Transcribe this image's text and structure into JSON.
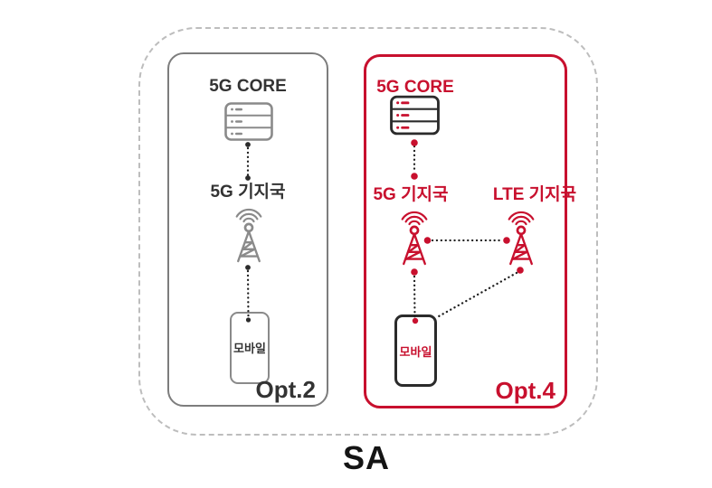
{
  "diagram": {
    "group_label": "SA",
    "options": [
      {
        "badge": "Opt.2",
        "core_label": "5G CORE",
        "base_station_label": "5G 기지국",
        "mobile_label": "모바일",
        "theme_color": "#7d7d7d",
        "connections": [
          "5G CORE - 5G 기지국",
          "5G 기지국 - 모바일"
        ]
      },
      {
        "badge": "Opt.4",
        "core_label": "5G CORE",
        "base_station_5g_label": "5G 기지국",
        "base_station_lte_label": "LTE 기지국",
        "mobile_label": "모바일",
        "theme_color": "#c8102e",
        "connections": [
          "5G CORE - 5G 기지국",
          "5G 기지국 - LTE 기지국",
          "5G 기지국 - 모바일",
          "LTE 기지국 - 모바일"
        ]
      }
    ]
  },
  "icons": {
    "server": "server-icon",
    "tower": "cell-tower-icon",
    "phone": "mobile-phone-icon"
  },
  "colors": {
    "accent_red": "#c8102e",
    "gray_element": "#8a8a8a",
    "dark_text": "#333333",
    "dark_outline": "#2b2b2b",
    "outer_dash_border": "#bdbdbd",
    "connector_dot": "#1f1f1f"
  }
}
